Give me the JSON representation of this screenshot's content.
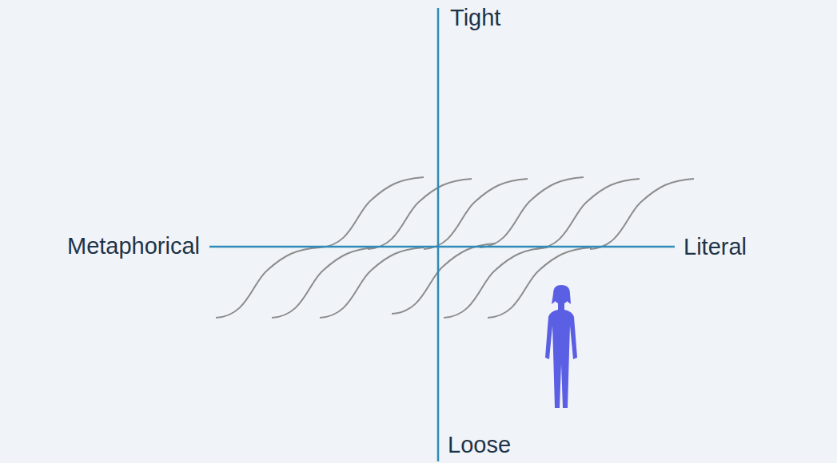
{
  "diagram": {
    "labels": [
      "Tight",
      "Metaphorical",
      "Literal",
      "Loose"
    ]
  }
}
